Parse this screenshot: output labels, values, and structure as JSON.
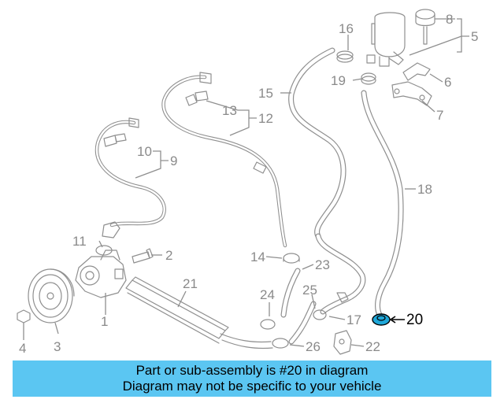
{
  "callouts": {
    "c1": "1",
    "c2": "2",
    "c3": "3",
    "c4": "4",
    "c5": "5",
    "c6": "6",
    "c7": "7",
    "c8": "8",
    "c9": "9",
    "c10": "10",
    "c11": "11",
    "c12": "12",
    "c13": "13",
    "c14": "14",
    "c15": "15",
    "c16": "16",
    "c17": "17",
    "c18": "18",
    "c19": "19",
    "c20": "20",
    "c21": "21",
    "c22": "22",
    "c23": "23",
    "c24": "24",
    "c25": "25",
    "c26": "26"
  },
  "highlight": {
    "part": "20",
    "color": "#1fa7d8"
  },
  "banner": {
    "line1": "Part or sub-assembly is #20 in diagram",
    "line2": "Diagram may not be specific to your vehicle",
    "color": "#5bc6f2"
  }
}
